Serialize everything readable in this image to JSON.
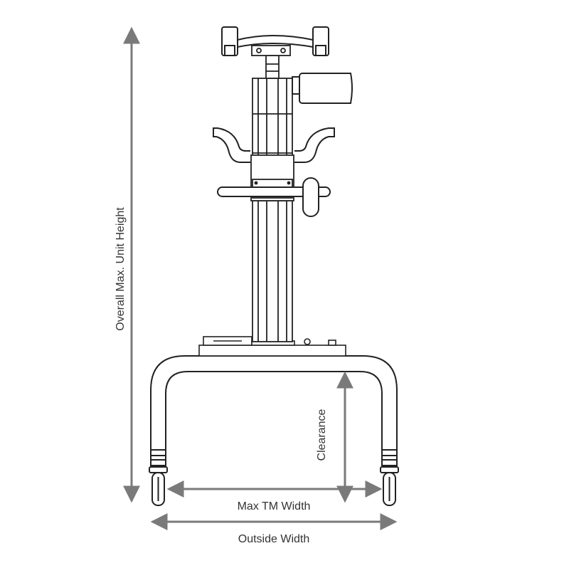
{
  "labels": {
    "overall_height": "Overall Max. Unit Height",
    "clearance": "Clearance",
    "max_tm_width": "Max TM Width",
    "outside_width": "Outside Width"
  },
  "colors": {
    "line": "#222222",
    "dimension": "#7a7a7a",
    "text": "#333333",
    "background": "#ffffff"
  }
}
